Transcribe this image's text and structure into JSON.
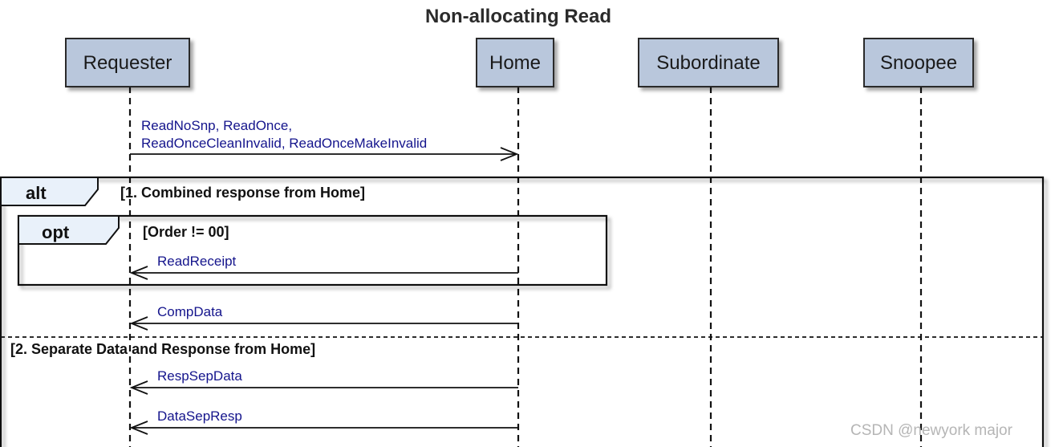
{
  "diagram": {
    "title": "Non-allocating Read",
    "participants": [
      {
        "id": "requester",
        "label": "Requester"
      },
      {
        "id": "home",
        "label": "Home"
      },
      {
        "id": "subordinate",
        "label": "Subordinate"
      },
      {
        "id": "snoopee",
        "label": "Snoopee"
      }
    ],
    "messages": [
      {
        "id": "read-request",
        "from": "requester",
        "to": "home",
        "lines": [
          "ReadNoSnp, ReadOnce,",
          "ReadOnceCleanInvalid, ReadOnceMakeInvalid"
        ]
      },
      {
        "id": "read-receipt",
        "from": "home",
        "to": "requester",
        "lines": [
          "ReadReceipt"
        ]
      },
      {
        "id": "comp-data",
        "from": "home",
        "to": "requester",
        "lines": [
          "CompData"
        ]
      },
      {
        "id": "resp-sep-data",
        "from": "home",
        "to": "requester",
        "lines": [
          "RespSepData"
        ]
      },
      {
        "id": "data-sep-resp",
        "from": "home",
        "to": "requester",
        "lines": [
          "DataSepResp"
        ]
      }
    ],
    "fragments": {
      "alt": {
        "label": "alt",
        "guard1": "[1. Combined response from Home]",
        "guard2": "[2. Separate Data and Response from Home]"
      },
      "opt": {
        "label": "opt",
        "guard": "[Order != 00]"
      }
    },
    "watermark": "CSDN @newyork major",
    "colors": {
      "participant_fill": "#b9c7dc",
      "participant_border": "#2b2b2b",
      "frame_tab_fill": "#e9f1fa",
      "message_text": "#14148c"
    }
  }
}
